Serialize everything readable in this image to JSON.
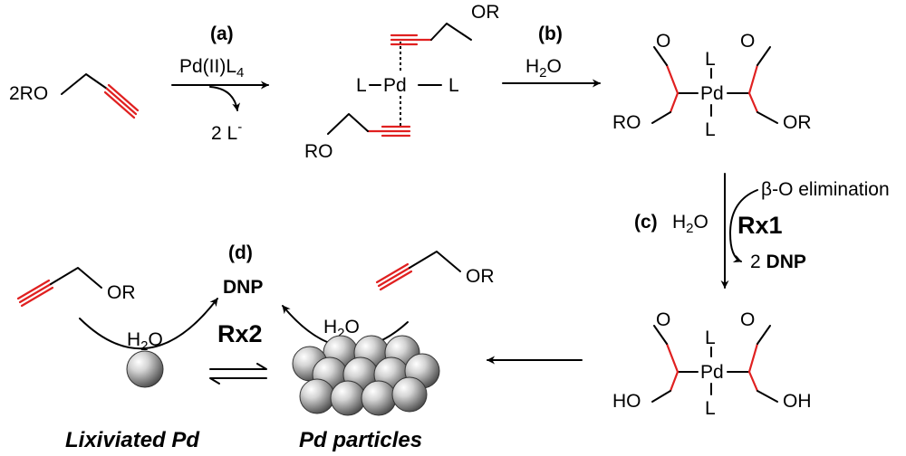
{
  "colors": {
    "bond_highlight": "#e02020",
    "line": "#000000",
    "sphere": "#9a9a9a"
  },
  "steps": {
    "a": {
      "label": "(a)",
      "reagent": "Pd(II)L",
      "reagent_sub": "4",
      "byproduct": "2 L",
      "byproduct_sup": "-"
    },
    "b": {
      "label": "(b)",
      "reagent": "H",
      "reagent_sub": "2",
      "reagent_tail": "O"
    },
    "c": {
      "label": "(c)",
      "reagent": "H",
      "reagent_sub": "2",
      "reagent_tail": "O",
      "process": "β-O elimination",
      "reaction": "Rx1",
      "product_count": "2",
      "product": "DNP"
    },
    "d": {
      "label": "(d)",
      "product": "DNP",
      "reaction": "Rx2",
      "water_left": "H",
      "water_left_sub": "2",
      "water_left_tail": "O",
      "water_right": "H",
      "water_right_sub": "2",
      "water_right_tail": "O"
    }
  },
  "molecules": {
    "start_coef": "2RO",
    "complex1": {
      "or_top": "OR",
      "ro_bottom": "RO",
      "ligand_left": "L",
      "ligand_right": "L",
      "metal": "Pd"
    },
    "complex2": {
      "ligand_top": "L",
      "ligand_bottom": "L",
      "metal": "Pd",
      "oxygen_left": "O",
      "oxygen_right": "O",
      "ro_left": "RO",
      "or_right": "OR"
    },
    "complex3": {
      "ligand_top": "L",
      "ligand_bottom": "L",
      "metal": "Pd",
      "oxygen_left": "O",
      "oxygen_right": "O",
      "ho_left": "HO",
      "oh_right": "OH"
    },
    "substrate_left": "OR",
    "substrate_right": "OR"
  },
  "captions": {
    "left": "Lixiviated Pd",
    "right": "Pd particles"
  }
}
